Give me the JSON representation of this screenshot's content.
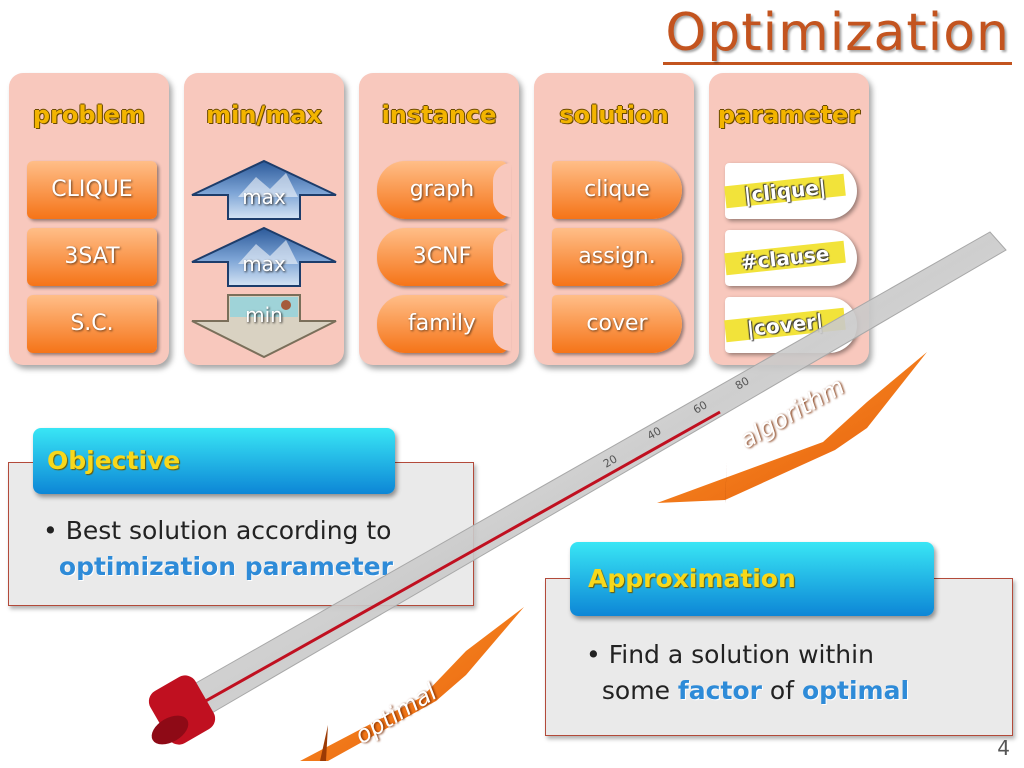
{
  "slide": {
    "title": "Optimization",
    "page_number": "4"
  },
  "columns": [
    {
      "header": "problem",
      "items": [
        "CLIQUE",
        "3SAT",
        "S.C."
      ]
    },
    {
      "header": "min/max",
      "items": [
        "max",
        "max",
        "min"
      ]
    },
    {
      "header": "instance",
      "items": [
        "graph",
        "3CNF",
        "family"
      ]
    },
    {
      "header": "solution",
      "items": [
        "clique",
        "assign.",
        "cover"
      ]
    },
    {
      "header": "parameter",
      "items": [
        "|clique|",
        "#clause",
        "|cover|"
      ]
    }
  ],
  "objective": {
    "title": "Objective",
    "bullet_prefix": "Best solution according to",
    "bullet_keyword": "optimization parameter"
  },
  "approximation": {
    "title": "Approximation",
    "line1": "Find a solution within",
    "some": "some",
    "factor": "factor",
    "of": "of",
    "optimal": "optimal"
  },
  "arrows": {
    "algorithm": "algorithm",
    "optimal": "optimal"
  },
  "thermometer_ticks": [
    "20",
    "40",
    "60",
    "80"
  ],
  "colors": {
    "title": "#c3541f",
    "column_bg": "#f8c8bd",
    "pill_orange": "#f57418",
    "banner_cyan": "#0d86d6",
    "banner_text": "#f7d81b",
    "keyword_blue": "#2e8bd8",
    "thermometer_red": "#c01020"
  }
}
